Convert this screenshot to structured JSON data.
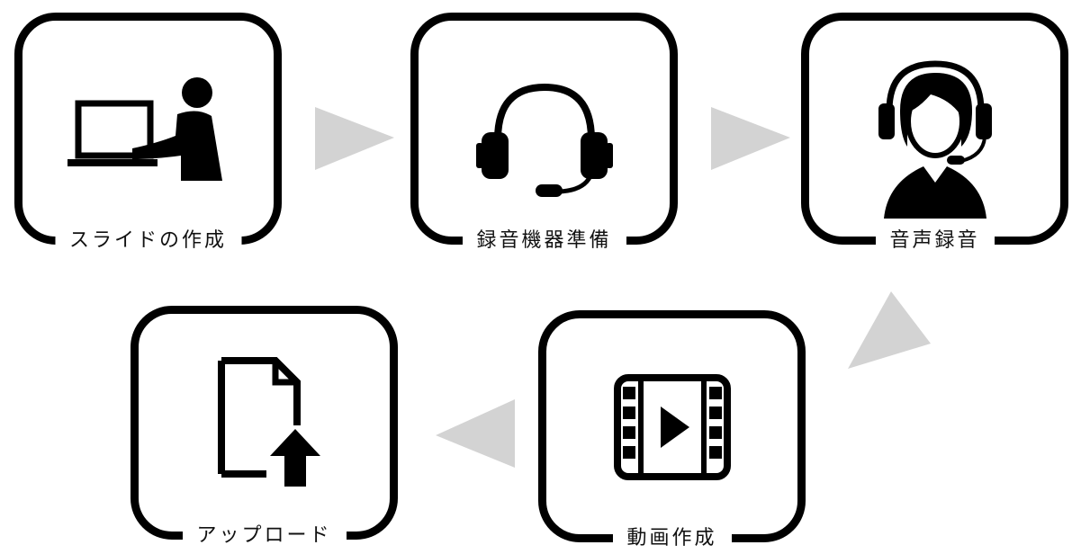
{
  "colors": {
    "border": "#000000",
    "arrow": "#d3d3d3",
    "background": "#ffffff"
  },
  "steps": [
    {
      "label": "スライドの作成",
      "icon": "person-laptop-icon"
    },
    {
      "label": "録音機器準備",
      "icon": "headset-icon"
    },
    {
      "label": "音声録音",
      "icon": "operator-headset-icon"
    },
    {
      "label": "動画作成",
      "icon": "video-file-icon"
    },
    {
      "label": "アップロード",
      "icon": "file-upload-icon"
    }
  ],
  "arrows": [
    {
      "from": "スライドの作成",
      "to": "録音機器準備",
      "direction": "right"
    },
    {
      "from": "録音機器準備",
      "to": "音声録音",
      "direction": "right"
    },
    {
      "from": "音声録音",
      "to": "動画作成",
      "direction": "down-left"
    },
    {
      "from": "動画作成",
      "to": "アップロード",
      "direction": "left"
    }
  ]
}
